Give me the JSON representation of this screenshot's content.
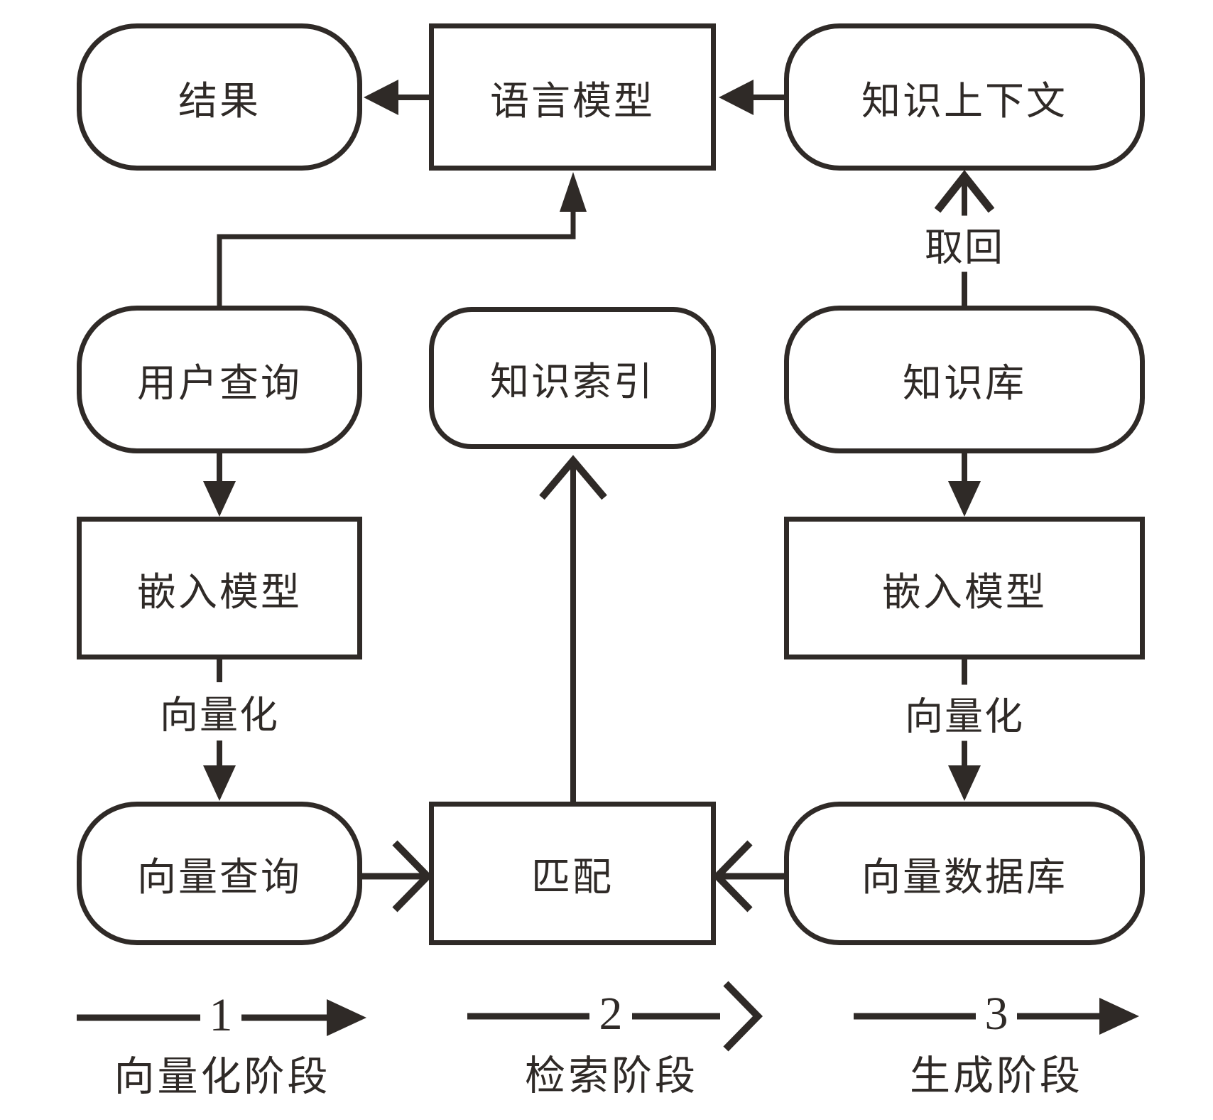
{
  "diagram": {
    "nodes": {
      "result": "结果",
      "language_model": "语言模型",
      "knowledge_context": "知识上下文",
      "user_query": "用户查询",
      "knowledge_index": "知识索引",
      "knowledge_base": "知识库",
      "embedding_model_left": "嵌入模型",
      "embedding_model_right": "嵌入模型",
      "vector_query": "向量查询",
      "match": "匹配",
      "vector_database": "向量数据库"
    },
    "edge_labels": {
      "retrieve": "取回",
      "vectorize_left": "向量化",
      "vectorize_right": "向量化"
    },
    "legend": [
      {
        "number": "1",
        "label": "向量化阶段"
      },
      {
        "number": "2",
        "label": "检索阶段"
      },
      {
        "number": "3",
        "label": "生成阶段"
      }
    ],
    "colors": {
      "stroke": "#2f2a27",
      "background": "#ffffff"
    }
  }
}
